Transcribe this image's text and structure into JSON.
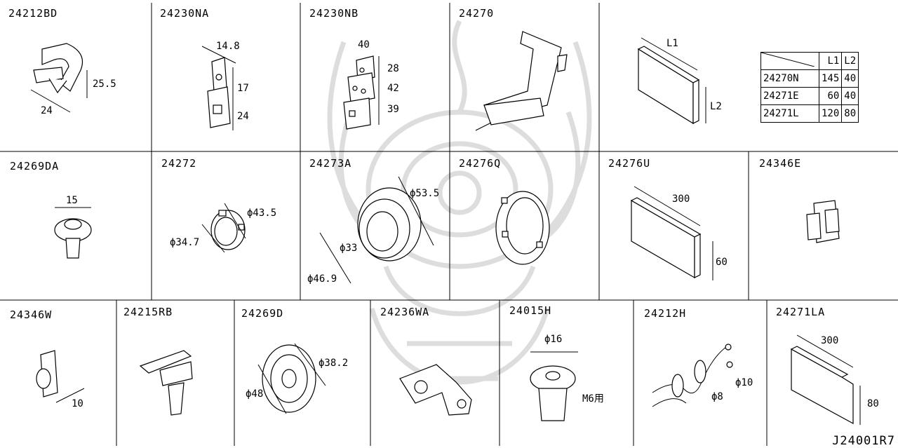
{
  "drawing_ref": "J24001R7",
  "cells": {
    "c1": {
      "code": "24212BD",
      "dims": [
        "25.5",
        "24"
      ]
    },
    "c2": {
      "code": "24230NA",
      "dims": [
        "14.8",
        "17",
        "24"
      ]
    },
    "c3": {
      "code": "24230NB",
      "dims": [
        "40",
        "28",
        "42",
        "39"
      ]
    },
    "c4": {
      "code": "24270"
    },
    "c5": {
      "dims": [
        "L1",
        "L2"
      ]
    },
    "c6": {
      "code": "24269DA",
      "dims": [
        "15"
      ]
    },
    "c7": {
      "code": "24272",
      "dims": [
        "ϕ43.5",
        "ϕ34.7"
      ]
    },
    "c8": {
      "code": "24273A",
      "dims": [
        "ϕ53.5",
        "ϕ33",
        "ϕ46.9"
      ]
    },
    "c9": {
      "code": "24276Q"
    },
    "c10": {
      "code": "24276U",
      "dims": [
        "300",
        "60"
      ]
    },
    "c11": {
      "code": "24346E"
    },
    "c12": {
      "code": "24346W",
      "dims": [
        "10"
      ]
    },
    "c13": {
      "code": "24215RB"
    },
    "c14": {
      "code": "24269D",
      "dims": [
        "ϕ38.2",
        "ϕ48"
      ]
    },
    "c15": {
      "code": "24236WA"
    },
    "c16": {
      "code": "24015H",
      "dims": [
        "ϕ16",
        "M6用"
      ]
    },
    "c17": {
      "code": "24212H",
      "dims": [
        "ϕ10",
        "ϕ8"
      ]
    },
    "c18": {
      "code": "24271LA",
      "dims": [
        "300",
        "80"
      ]
    }
  },
  "spec_table": {
    "headers": [
      "L1",
      "L2"
    ],
    "rows": [
      {
        "name": "24270N",
        "l1": "145",
        "l2": "40"
      },
      {
        "name": "24271E",
        "l1": "60",
        "l2": "40"
      },
      {
        "name": "24271L",
        "l1": "120",
        "l2": "80"
      }
    ]
  }
}
